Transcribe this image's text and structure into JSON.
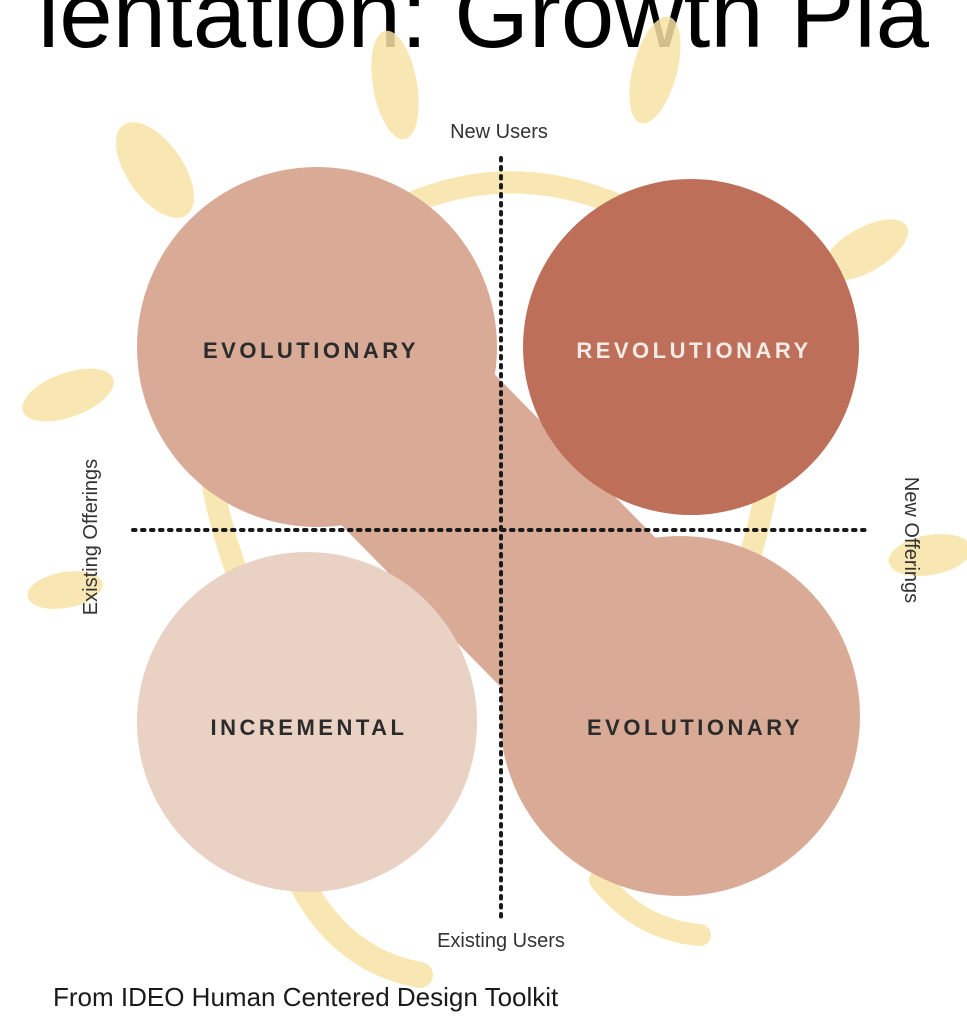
{
  "slide": {
    "title_fragment": "ientation: Growth Pla",
    "caption": "From IDEO Human Centered Design Toolkit"
  },
  "diagram": {
    "axes": {
      "top": "New Users",
      "bottom": "Existing Users",
      "left": "Existing Offerings",
      "right": "New Offerings"
    },
    "quadrants": {
      "top_left": "EVOLUTIONARY",
      "top_right": "REVOLUTIONARY",
      "bottom_left": "INCREMENTAL",
      "bottom_right": "EVOLUTIONARY"
    },
    "colors": {
      "evolutionary": "#d9ab97",
      "revolutionary": "#bd6f59",
      "incremental": "#e9d1c3",
      "revolutionary_text": "#f5ebe6",
      "label_text": "#2b2b2b",
      "dotted_axis": "#1a1a1a",
      "background_bulb": "#f7e3a6"
    }
  }
}
